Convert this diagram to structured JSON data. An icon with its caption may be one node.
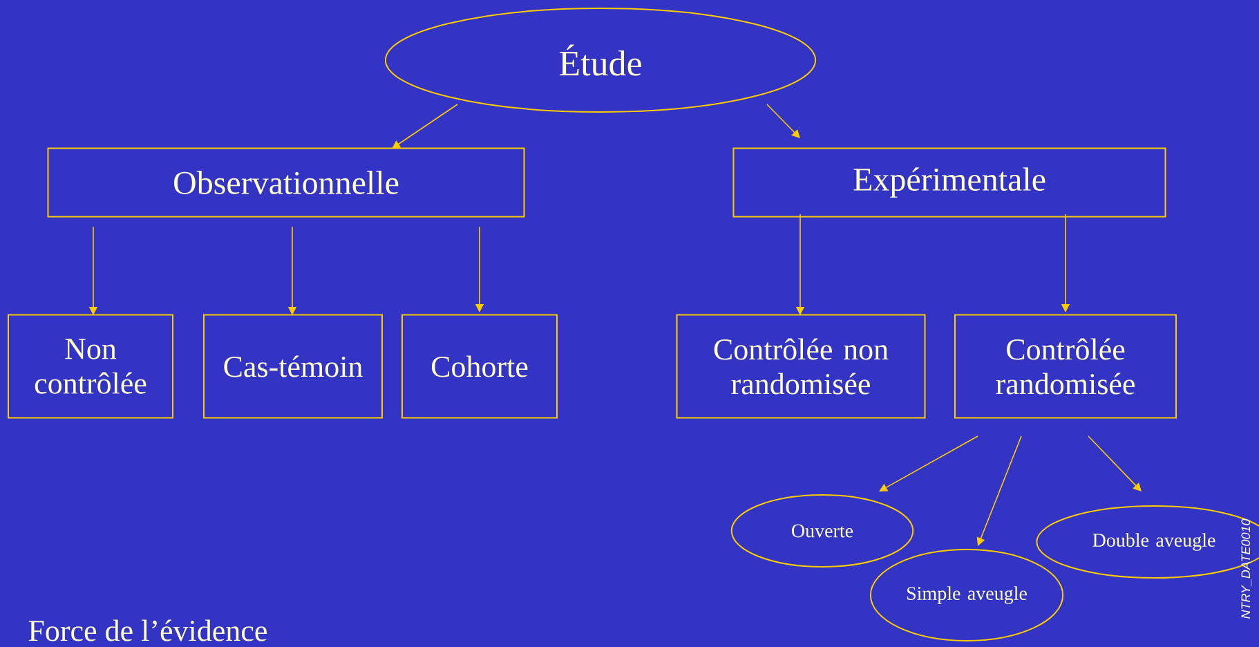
{
  "diagram": {
    "nodes": [
      {
        "text": [
          "Étude"
        ]
      },
      {
        "text": [
          "Observationnelle"
        ]
      },
      {
        "text": [
          "Expérimentale"
        ]
      },
      {
        "text": [
          "Non contrôlée"
        ]
      },
      {
        "text": [
          "Cas-témoin"
        ]
      },
      {
        "text": [
          "Cohorte"
        ]
      },
      {
        "text": [
          "Contrôlée non randomisée"
        ]
      },
      {
        "text": [
          "Contrôlée randomisée"
        ]
      },
      {
        "text": [
          "Ouverte"
        ]
      },
      {
        "text": [
          "Simple aveugle"
        ]
      },
      {
        "text": [
          "Double aveugle"
        ]
      }
    ],
    "edges": [
      {
        "from": 0,
        "to": 1,
        "arrow": "to"
      },
      {
        "from": 0,
        "to": 2,
        "arrow": "to"
      },
      {
        "from": 1,
        "to": 3,
        "arrow": "to"
      },
      {
        "from": 1,
        "to": 4,
        "arrow": "to"
      },
      {
        "from": 1,
        "to": 5,
        "arrow": "to"
      },
      {
        "from": 2,
        "to": 6,
        "arrow": "to"
      },
      {
        "from": 2,
        "to": 7,
        "arrow": "to"
      },
      {
        "from": 7,
        "to": 8,
        "arrow": "to"
      },
      {
        "from": 7,
        "to": 9,
        "arrow": "to"
      },
      {
        "from": 7,
        "to": 10,
        "arrow": "to"
      }
    ],
    "labels": [
      "Force de l’évidence",
      "NTRY_DATE0010"
    ]
  }
}
